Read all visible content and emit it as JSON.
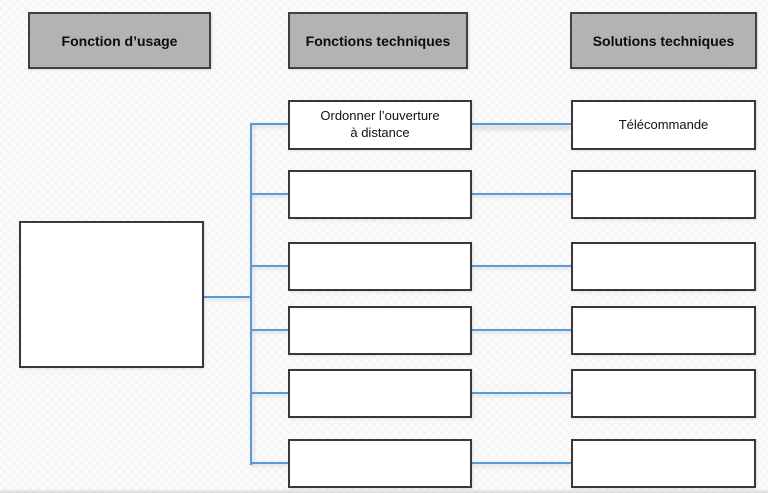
{
  "diagram": {
    "headers": [
      {
        "label": "Fonction d’usage"
      },
      {
        "label": "Fonctions techniques"
      },
      {
        "label": "Solutions techniques"
      }
    ],
    "usage_box": {
      "label": ""
    },
    "rows": [
      {
        "technical_function": "Ordonner l’ouverture\nà distance",
        "technical_solution": "Télécommande"
      },
      {
        "technical_function": "",
        "technical_solution": ""
      },
      {
        "technical_function": "",
        "technical_solution": ""
      },
      {
        "technical_function": "",
        "technical_solution": ""
      },
      {
        "technical_function": "",
        "technical_solution": ""
      },
      {
        "technical_function": "",
        "technical_solution": ""
      }
    ],
    "colors": {
      "header_fill": "#b3b3b3",
      "box_border": "#383838",
      "connector_blue": "#5b9bd5"
    }
  }
}
